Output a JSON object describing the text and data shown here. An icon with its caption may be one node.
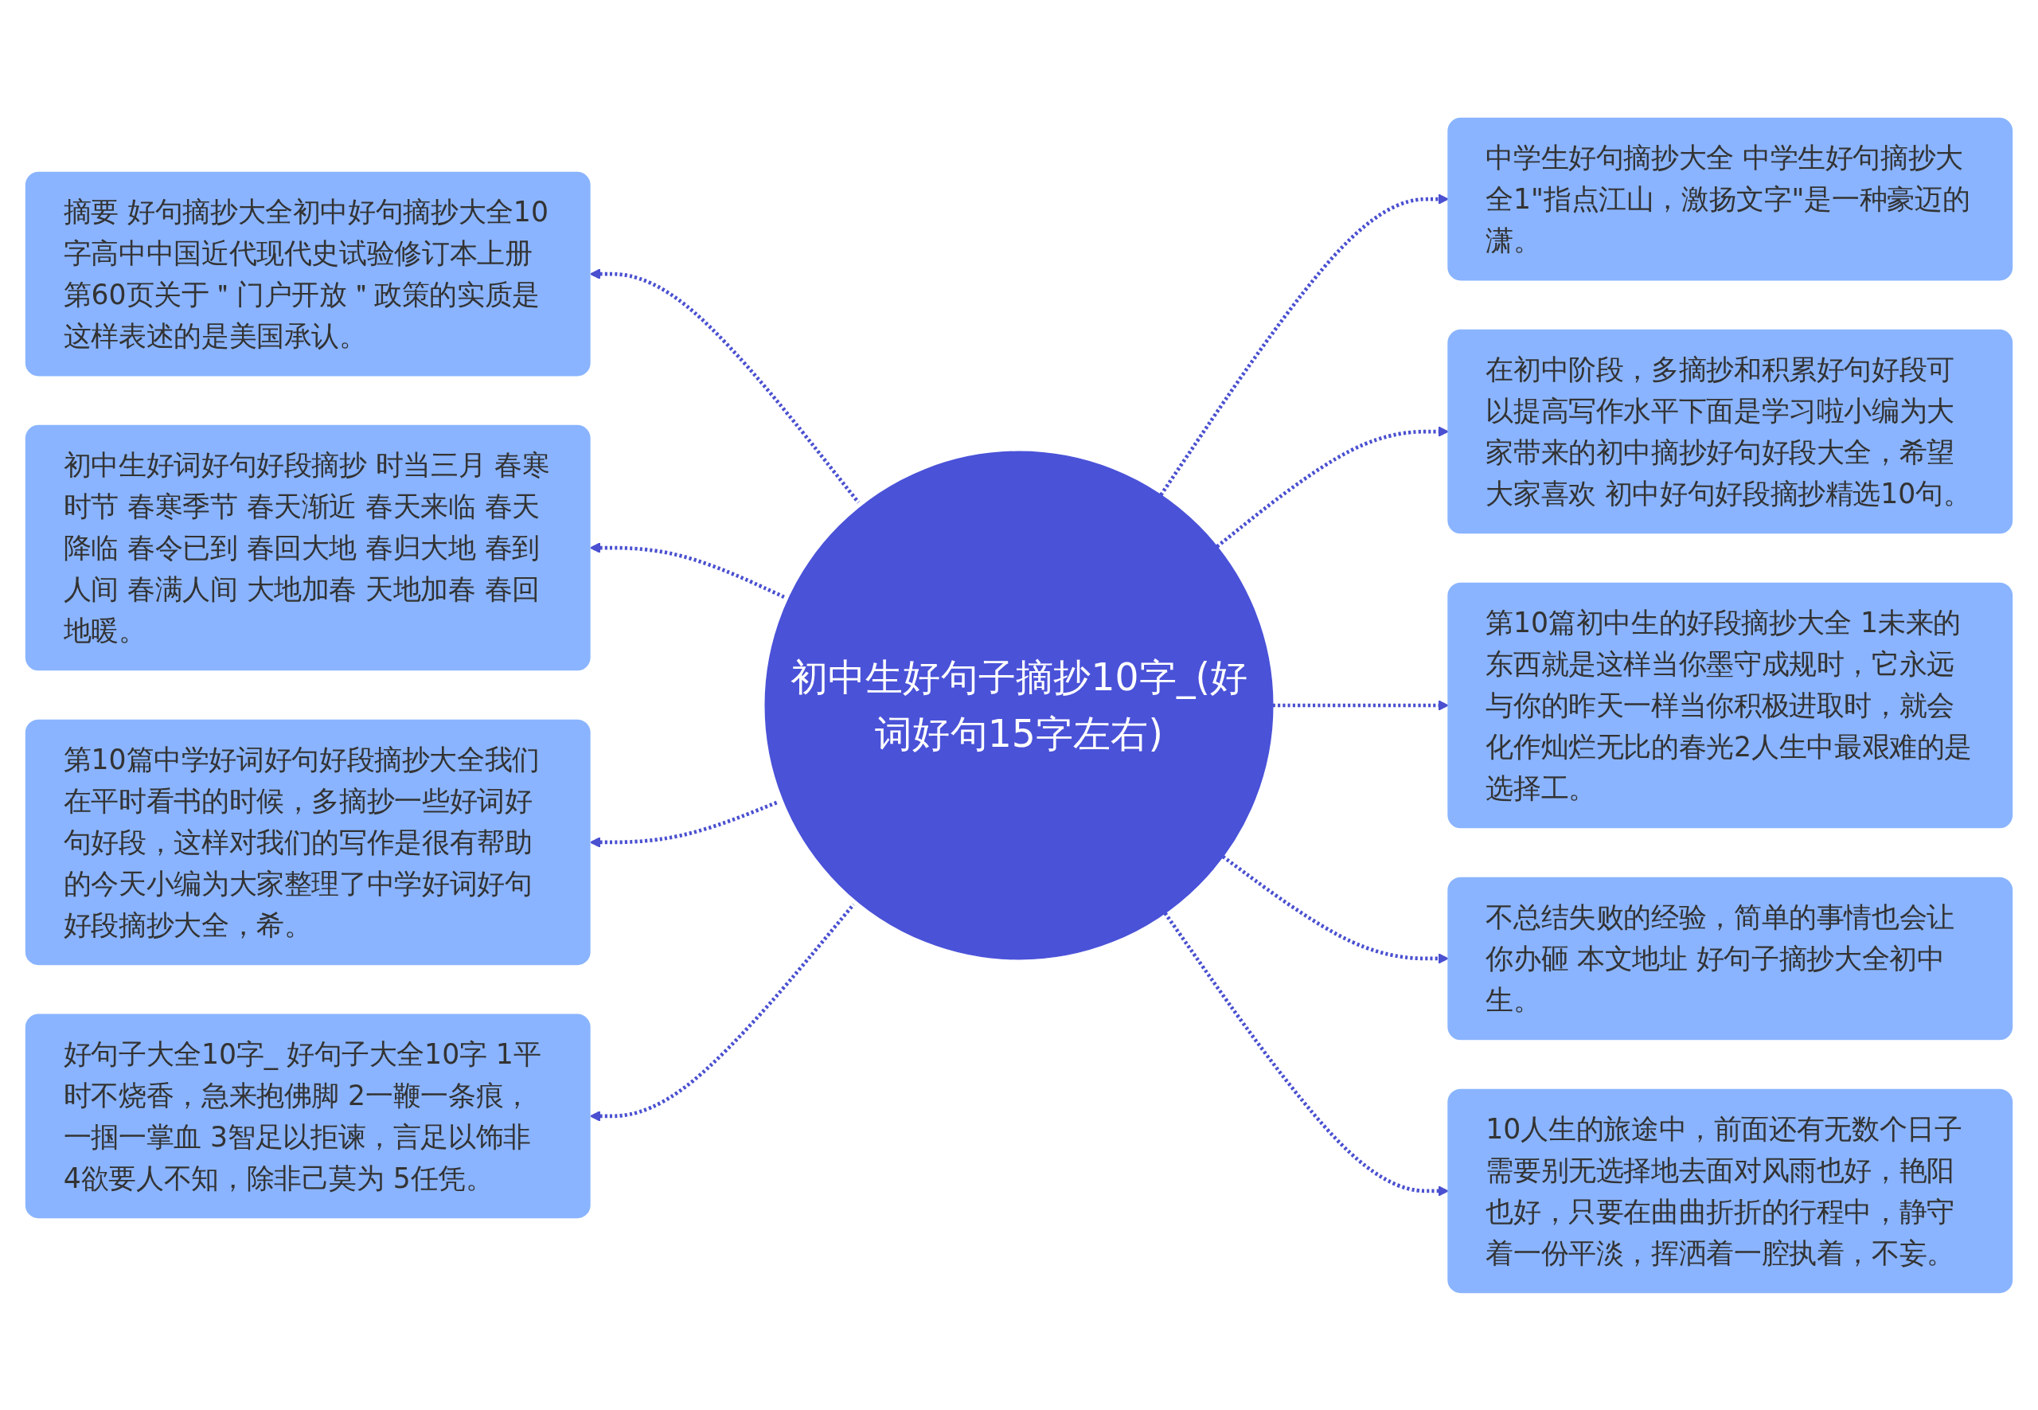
{
  "diagram": {
    "nodes": [
      {
        "text": [
          "初中生好句子摘抄10字_(好词好句15字左右)"
        ]
      },
      {
        "text": [
          "摘要 好句摘抄大全初中好句摘抄大全10字高中中国近代现代史试验修订本上册第60页关于＂门户开放＂政策的实质是这样表述的是美国承认。"
        ]
      },
      {
        "text": [
          "初中生好词好句好段摘抄 时当三月 春寒时节 春寒季节 春天渐近 春天来临 春天降临 春令已到 春回大地 春归大地 春到人间 春满人间 大地加春 天地加春 春回地暖。"
        ]
      },
      {
        "text": [
          "第10篇中学好词好句好段摘抄大全我们在平时看书的时候，多摘抄一些好词好句好段，这样对我们的写作是很有帮助的今天小编为大家整理了中学好词好句好段摘抄大全，希。"
        ]
      },
      {
        "text": [
          "好句子大全10字_ 好句子大全10字 1平时不烧香，急来抱佛脚 2一鞭一条痕，一掴一掌血 3智足以拒谏，言足以饰非 4欲要人不知，除非己莫为 5任凭。"
        ]
      },
      {
        "text": [
          "中学生好句摘抄大全 中学生好句摘抄大全1\"指点江山，激扬文字\"是一种豪迈的潇。"
        ]
      },
      {
        "text": [
          "在初中阶段，多摘抄和积累好句好段可以提高写作水平下面是学习啦小编为大家带来的初中摘抄好句好段大全，希望大家喜欢 初中好句好段摘抄精选10句。"
        ]
      },
      {
        "text": [
          "第10篇初中生的好段摘抄大全 1未来的东西就是这样当你墨守成规时，它永远与你的昨天一样当你积极进取时，就会化作灿烂无比的春光2人生中最艰难的是选择工。"
        ]
      },
      {
        "text": [
          "不总结失败的经验，简单的事情也会让你办砸 本文地址 好句子摘抄大全初中生。"
        ]
      },
      {
        "text": [
          "10人生的旅途中，前面还有无数个日子需要别无选择地去面对风雨也好，艳阳也好，只要在曲曲折折的行程中，静守着一份平淡，挥洒着一腔执着，不妄。"
        ]
      }
    ],
    "edges": [
      {
        "from": 0,
        "to": 1,
        "arrow": "to",
        "style": "dashed"
      },
      {
        "from": 0,
        "to": 2,
        "arrow": "to",
        "style": "dashed"
      },
      {
        "from": 0,
        "to": 3,
        "arrow": "to",
        "style": "dashed"
      },
      {
        "from": 0,
        "to": 4,
        "arrow": "to",
        "style": "dashed"
      },
      {
        "from": 0,
        "to": 5,
        "arrow": "to",
        "style": "dashed"
      },
      {
        "from": 0,
        "to": 6,
        "arrow": "to",
        "style": "dashed"
      },
      {
        "from": 0,
        "to": 7,
        "arrow": "to",
        "style": "dashed"
      },
      {
        "from": 0,
        "to": 8,
        "arrow": "to",
        "style": "dashed"
      },
      {
        "from": 0,
        "to": 9,
        "arrow": "to",
        "style": "dashed"
      }
    ]
  }
}
